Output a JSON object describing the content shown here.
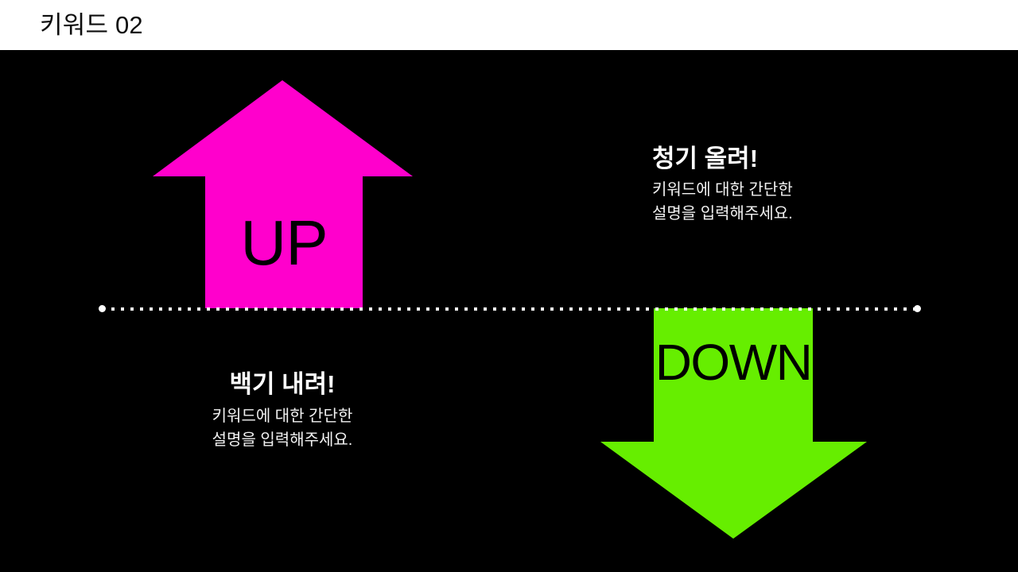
{
  "header": {
    "title": "키워드 02"
  },
  "colors": {
    "background": "#000000",
    "header_background": "#ffffff",
    "header_text": "#0d0d0d",
    "up_arrow": "#ff00cc",
    "down_arrow": "#66ee00",
    "divider": "#ffffff",
    "body_text": "#f2f2f2",
    "arrow_label_text": "#000000"
  },
  "arrows": {
    "up": {
      "label": "UP",
      "color": "#ff00cc",
      "direction": "up"
    },
    "down": {
      "label": "DOWN",
      "color": "#66ee00",
      "direction": "down"
    }
  },
  "blocks": {
    "up": {
      "title": "청기 올려!",
      "body_line1": "키워드에 대한 간단한",
      "body_line2": "설명을 입력해주세요."
    },
    "down": {
      "title": "백기 내려!",
      "body_line1": "키워드에 대한 간단한",
      "body_line2": "설명을 입력해주세요."
    }
  }
}
